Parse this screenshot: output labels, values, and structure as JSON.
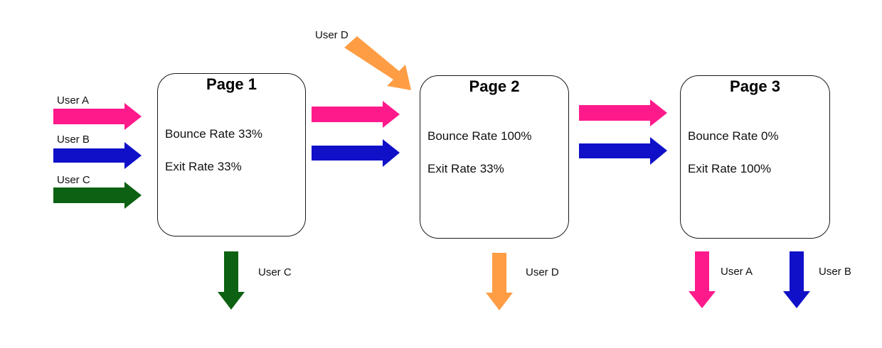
{
  "colors": {
    "user_a": "#ff1a8c",
    "user_b": "#1010c8",
    "user_c": "#0d6112",
    "user_d": "#ff9d45"
  },
  "pages": [
    {
      "title": "Page 1",
      "bounce": "Bounce Rate 33%",
      "exit": "Exit Rate 33%"
    },
    {
      "title": "Page 2",
      "bounce": "Bounce Rate 100%",
      "exit": "Exit Rate 33%"
    },
    {
      "title": "Page 3",
      "bounce": "Bounce Rate 0%",
      "exit": "Exit Rate 100%"
    }
  ],
  "labels": {
    "entry_a": "User A",
    "entry_b": "User B",
    "entry_c": "User C",
    "entry_d": "User D",
    "exit_c": "User C",
    "exit_d": "User D",
    "exit_a": "User A",
    "exit_b": "User B"
  }
}
